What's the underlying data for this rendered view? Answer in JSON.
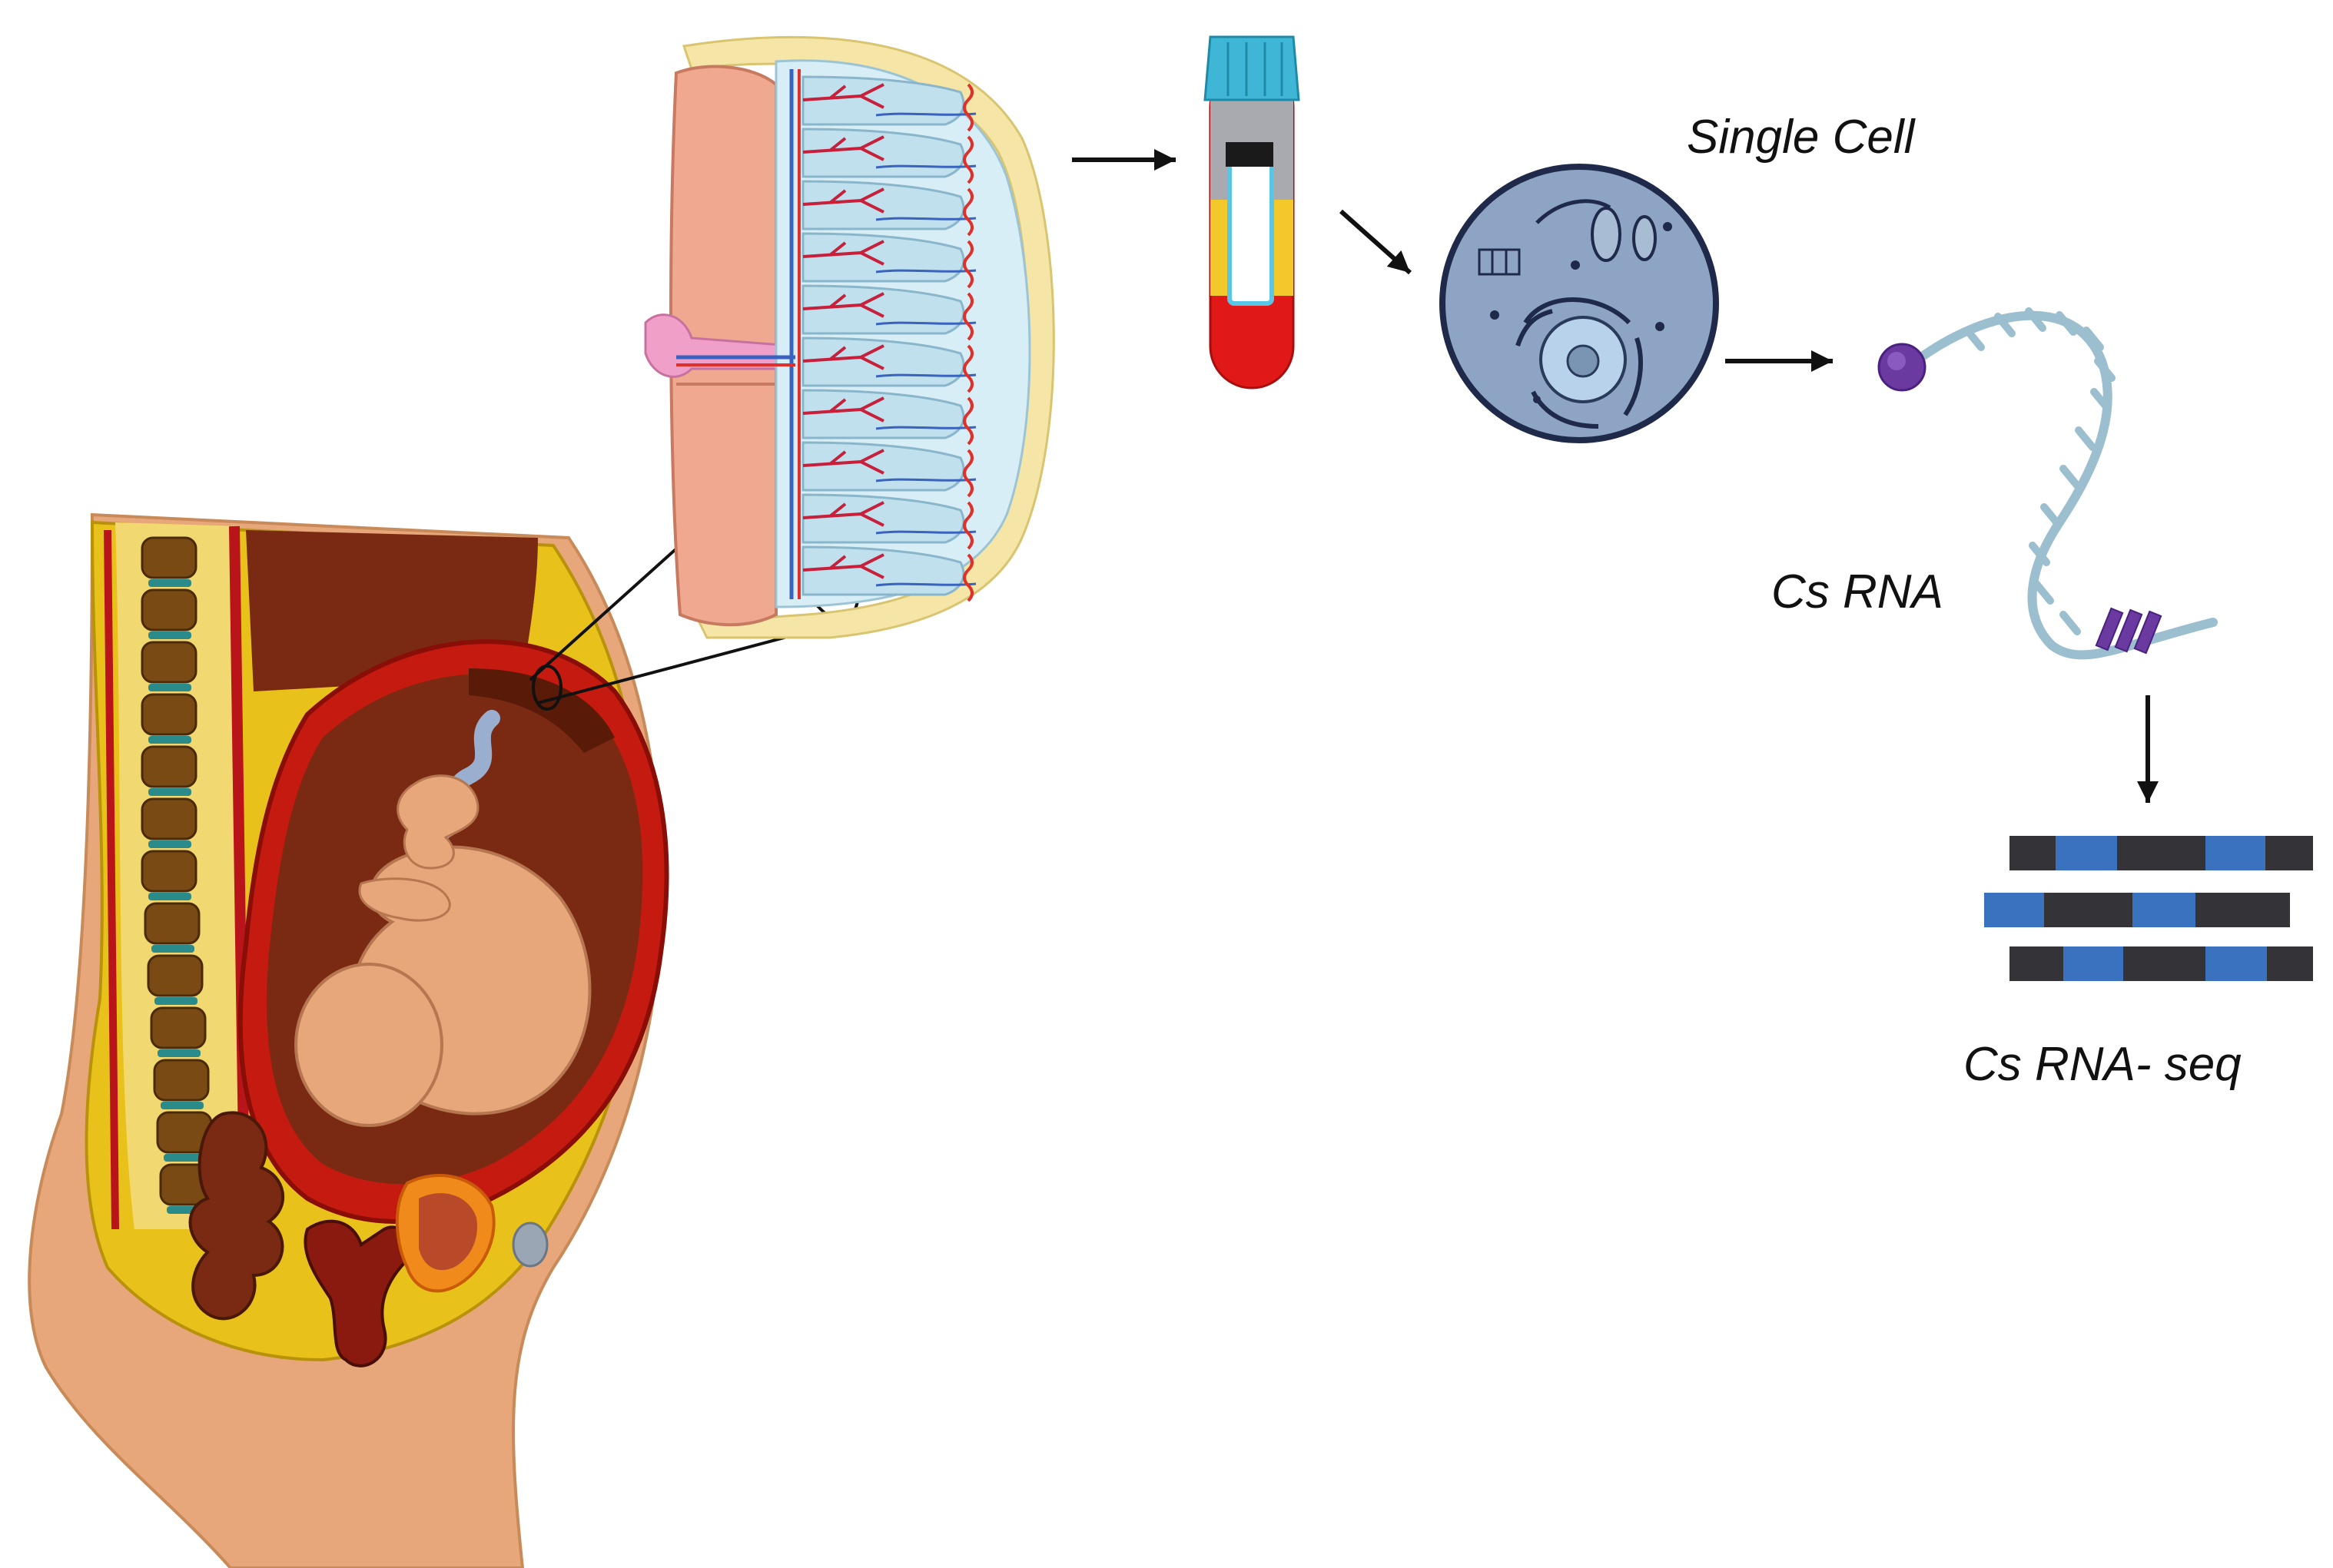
{
  "labels": {
    "single_cell": "Single Cell",
    "cs_rna": "Cs RNA",
    "cs_rna_seq": "Cs RNA- seq"
  },
  "colors": {
    "skin": "#e8a77a",
    "fat_yellow": "#e8c21a",
    "uterus_wall": "#c41a10",
    "amniotic_dark": "#7a2a12",
    "vertebra": "#7a4a14",
    "disc": "#2b8a8a",
    "placenta_pink": "#f0a890",
    "villi_blue": "#bfe0ec",
    "vessel_red": "#e0302a",
    "vessel_blue": "#3a62c0",
    "tube_cap": "#3fb6d6",
    "tube_plasma": "#f3c82a",
    "tube_blood": "#e01818",
    "cell_fill": "#8ea4c4",
    "cell_border": "#1f2a4a",
    "rna_strand": "#9cbfcf",
    "cap_purple": "#6a3aa0",
    "read_dark": "#333338",
    "read_blue": "#3a72c0"
  },
  "icons": {
    "body": "pregnant-body-sagittal-icon",
    "placenta": "placenta-cross-section-icon",
    "tube": "blood-tube-icon",
    "cell": "single-cell-icon",
    "rna": "rna-strand-icon",
    "reads": "sequencing-reads-icon"
  }
}
